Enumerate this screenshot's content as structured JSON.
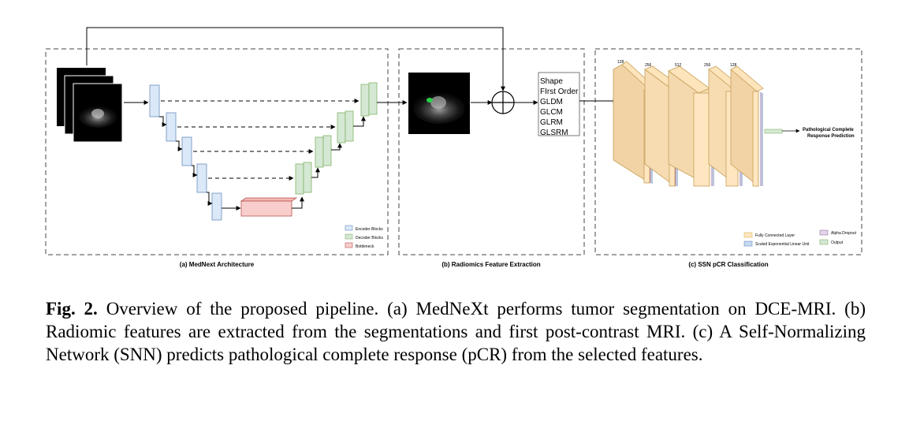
{
  "figure": {
    "panels": {
      "a": {
        "title": "(a) MedNext Architecture"
      },
      "b": {
        "title": "(b) Radiomics Feature Extraction"
      },
      "c": {
        "title": "(c) SSN pCR Classification"
      }
    },
    "legend_a": {
      "encoder": "Encoder Blocks",
      "decoder": "Decoder Blocks",
      "bottleneck": "Bottleneck"
    },
    "features": [
      "Shape",
      "FIrst Order",
      "GLDM",
      "GLCM",
      "GLRM",
      "GLSRM"
    ],
    "layer_sizes": [
      "128",
      "256",
      "512",
      "256",
      "128"
    ],
    "output_label_line1": "Pathological Complete",
    "output_label_line2": "Response Prediction",
    "legend_c": {
      "fc": "Fully Connected Layer",
      "selu": "Scaled Exponential Linear Unit",
      "dropout": "Alpha Dropout",
      "output": "Output"
    }
  },
  "caption": {
    "label": "Fig. 2.",
    "text": "Overview of the proposed pipeline. (a) MedNeXt performs tumor segmentation on DCE-MRI. (b) Radiomic features are extracted from the segmentations and first post-contrast MRI. (c) A Self-Normalizing Network (SNN) predicts pathological complete response (pCR) from the selected features."
  },
  "colors": {
    "encoder": "#dbe8f7",
    "decoder": "#d5e8d4",
    "bottleneck": "#f8cecc",
    "fc": "#ffe6c0",
    "selu": "#c6d9f1",
    "dropout": "#e1d5e7"
  }
}
